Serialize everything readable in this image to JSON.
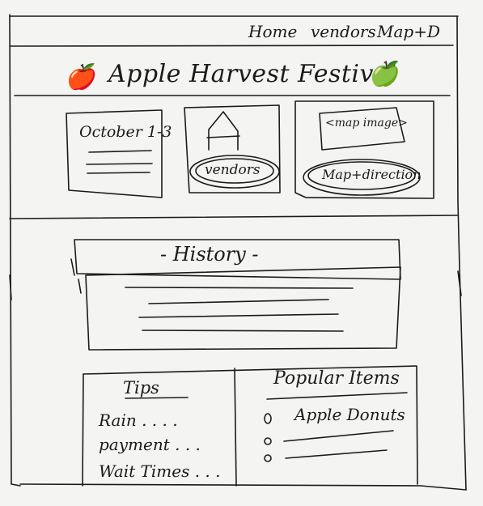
{
  "nav": {
    "home_label": "Home",
    "vendors_label": "vendors",
    "map_label": "Map+D"
  },
  "header": {
    "title": "Apple Harvest Festival"
  },
  "cards": {
    "date": {
      "title": "October 1-3"
    },
    "vendors": {
      "button_label": "vendors"
    },
    "map": {
      "image_placeholder": "<map image>",
      "button_label": "Map+direction"
    }
  },
  "history": {
    "heading": "- History -"
  },
  "tips": {
    "heading": "Tips",
    "items": [
      "Rain . . . .",
      "payment . . .",
      "Wait Times . . ."
    ]
  },
  "popular": {
    "heading": "Popular Items",
    "items": [
      "Apple Donuts"
    ]
  }
}
